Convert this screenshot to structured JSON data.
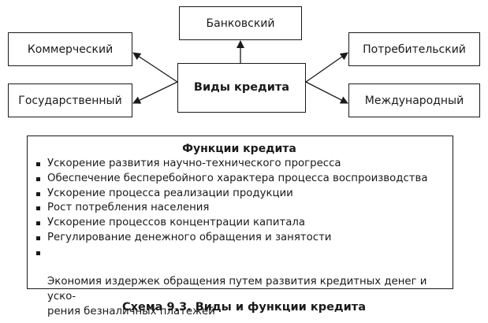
{
  "diagram": {
    "center": "Виды кредита",
    "top": "Банковский",
    "left": [
      "Коммерческий",
      "Государственный"
    ],
    "right": [
      "Потребительский",
      "Международный"
    ]
  },
  "functions": {
    "title": "Функции кредита",
    "items": [
      "Ускорение развития научно-технического прогресса",
      "Обеспечение бесперебойного характера процесса воспроизводства",
      "Ускорение процесса реализации продукции",
      "Рост потребления населения",
      "Ускорение процессов концентрации капитала",
      "Регулирование денежного обращения и занятости",
      "Экономия издержек обращения путем развития кредитных денег и уско-\nрения безналичных платежей"
    ]
  },
  "caption": "Схема 9.3. Виды и функции кредита"
}
